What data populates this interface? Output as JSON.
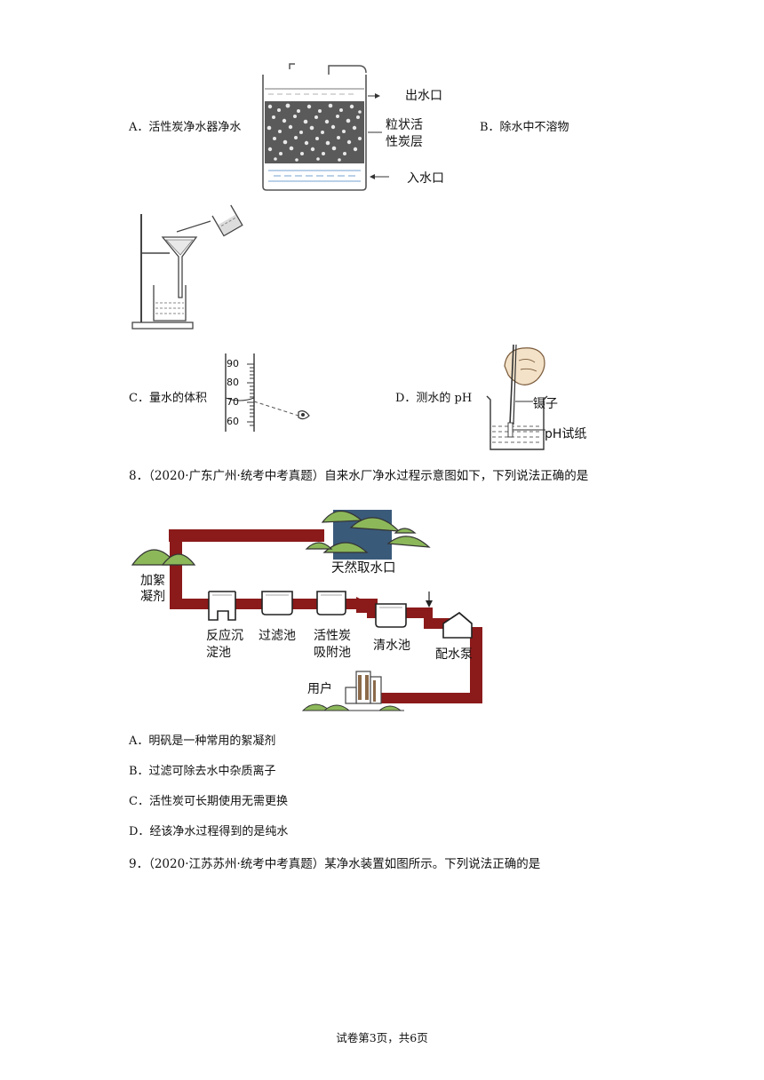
{
  "q7": {
    "optA": "A．活性炭净水器净水",
    "optA_labels": {
      "outlet": "出水口",
      "carbon_line1": "粒状活",
      "carbon_line2": "性炭层",
      "inlet": "入水口"
    },
    "optB": "B．除水中不溶物",
    "optC": "C．量水的体积",
    "optC_ticks": [
      "90",
      "80",
      "70",
      "60"
    ],
    "optD": "D．测水的 pH",
    "optD_labels": {
      "tweezers": "镊子",
      "paper": "pH试纸"
    }
  },
  "q8": {
    "stem": "8．（2020·广东广州·统考中考真题）自来水厂净水过程示意图如下，下列说法正确的是",
    "diagram": {
      "intake": "天然取水口",
      "coagulant_line1": "加絮",
      "coagulant_line2": "凝剂",
      "reaction_line1": "反应沉",
      "reaction_line2": "淀池",
      "filter": "过滤池",
      "carbon_line1": "活性炭",
      "carbon_line2": "吸附池",
      "clear": "清水池",
      "pump": "配水泵",
      "user": "用户"
    },
    "options": [
      "A．明矾是一种常用的絮凝剂",
      "B．过滤可除去水中杂质离子",
      "C．活性炭可长期使用无需更换",
      "D．经该净水过程得到的是纯水"
    ]
  },
  "q9": {
    "stem": "9．（2020·江苏苏州·统考中考真题）某净水装置如图所示。下列说法正确的是"
  },
  "footer": "试卷第3页，共6页",
  "colors": {
    "pipe": "#8b1a1a",
    "tree": "#8cb85a",
    "water": "#4a7aa8"
  }
}
